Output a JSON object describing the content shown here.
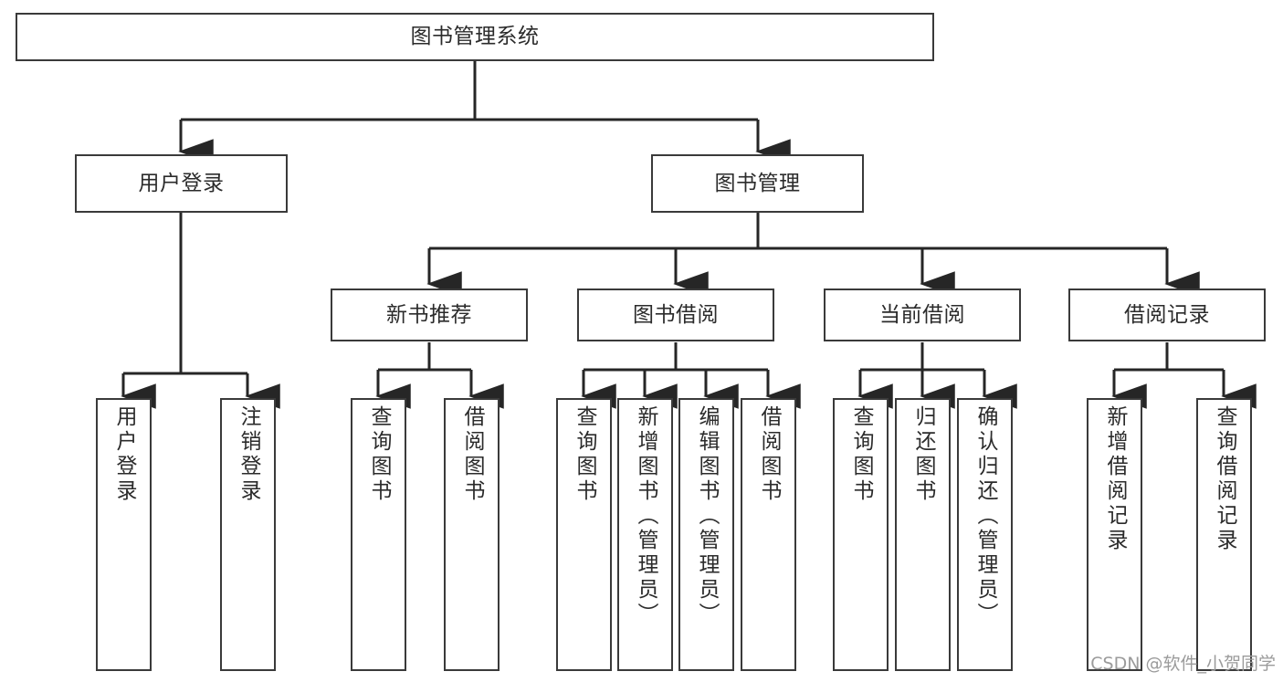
{
  "diagram": {
    "type": "tree",
    "title": "图书管理系统",
    "orientation": "top-down",
    "colors": {
      "box_border": "#3a3a3a",
      "box_fill": "#ffffff",
      "connector": "#262626",
      "text": "#2b2b2b",
      "watermark": "#9b9b9b",
      "background": "#ffffff"
    },
    "root": {
      "label": "图书管理系统"
    },
    "level2": [
      {
        "label": "用户登录"
      },
      {
        "label": "图书管理"
      }
    ],
    "level3": [
      {
        "label": "新书推荐"
      },
      {
        "label": "图书借阅"
      },
      {
        "label": "当前借阅"
      },
      {
        "label": "借阅记录"
      }
    ],
    "leaves": {
      "user_login": [
        {
          "label": "用户登录"
        },
        {
          "label": "注销登录"
        }
      ],
      "new_book_recommend": [
        {
          "label": "查询图书"
        },
        {
          "label": "借阅图书"
        }
      ],
      "book_borrow": [
        {
          "label": "查询图书"
        },
        {
          "label": "新增图书（管理员）"
        },
        {
          "label": "编辑图书（管理员）"
        },
        {
          "label": "借阅图书"
        }
      ],
      "current_borrow": [
        {
          "label": "查询图书"
        },
        {
          "label": "归还图书"
        },
        {
          "label": "确认归还（管理员）"
        }
      ],
      "borrow_record": [
        {
          "label": "新增借阅记录"
        },
        {
          "label": "查询借阅记录"
        }
      ]
    }
  },
  "watermark": {
    "text": "CSDN @软件_小贺同学"
  }
}
